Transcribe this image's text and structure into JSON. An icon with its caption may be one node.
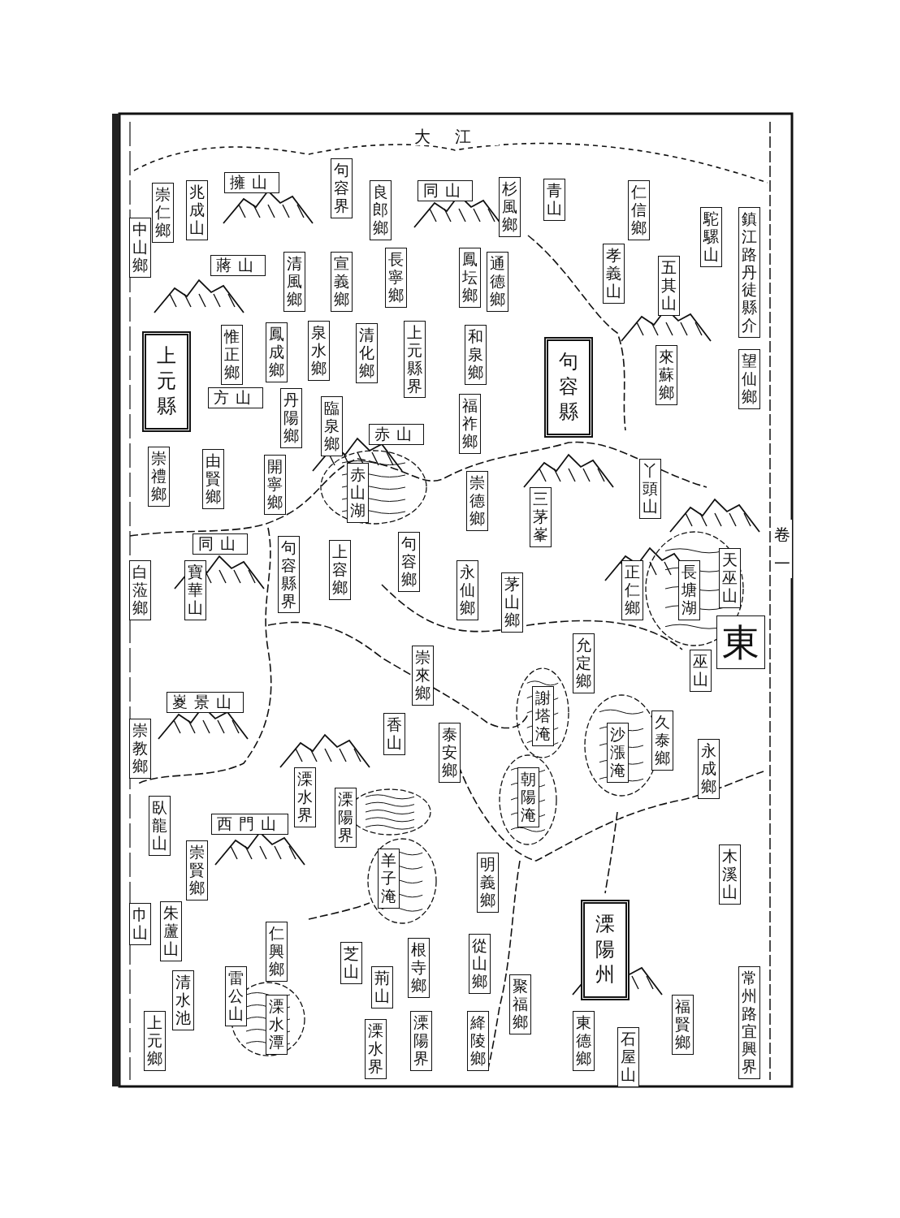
{
  "diagram": {
    "labels": [
      "大江",
      "崇仁鄉",
      "兆成山",
      "擁山",
      "句容界",
      "良郎鄉",
      "同山",
      "杉風鄉",
      "青山",
      "仁信鄉",
      "駝騾山",
      "鎮江路丹徒縣介",
      "中山鄉",
      "蔣山",
      "清風鄉",
      "宣義鄉",
      "長寧鄉",
      "鳳坛鄉",
      "通德鄉",
      "孝義山",
      "五其山",
      "上元縣",
      "惟正鄉",
      "鳳成鄉",
      "泉水鄉",
      "清化鄉",
      "上元縣界",
      "和泉鄉",
      "句容縣",
      "來蘇鄉",
      "望仙鄉",
      "方山",
      "丹陽鄉",
      "臨泉鄉",
      "福祚鄉",
      "赤山",
      "崇禮鄉",
      "由賢鄉",
      "開寧鄉",
      "赤山湖",
      "崇德鄉",
      "三茅峯",
      "丫頭山",
      "同山",
      "句容縣界",
      "上容鄉",
      "句容鄉",
      "永仙鄉",
      "茅山鄉",
      "正仁鄉",
      "長塘湖",
      "天巫山",
      "卷一",
      "白蒞鄉",
      "寶華山",
      "東",
      "巫山",
      "崇來鄉",
      "允定鄉",
      "嵏景山",
      "謝塔淹",
      "崇教鄉",
      "香山",
      "泰安鄉",
      "沙漲淹",
      "久泰鄉",
      "永成鄉",
      "溧水界",
      "溧陽界",
      "朝陽淹",
      "臥龍山",
      "西門山",
      "崇賢鄉",
      "羊子淹",
      "明義鄉",
      "木溪山",
      "巾山",
      "朱蘆山",
      "仁興鄉",
      "芝山",
      "根寺鄉",
      "從山鄉",
      "溧陽州",
      "清水池",
      "雷公山",
      "荊山",
      "聚福鄉",
      "常州路宜興界",
      "上元鄉",
      "溧水潭",
      "溧水界",
      "溧陽界",
      "絳陵鄉",
      "東德鄉",
      "石屋山",
      "福賢鄉"
    ]
  }
}
